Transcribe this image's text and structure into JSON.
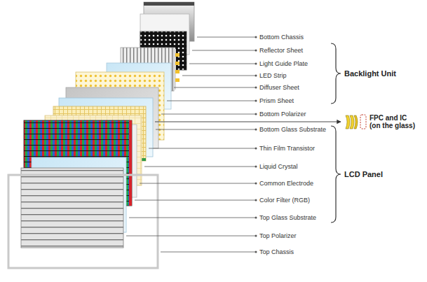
{
  "diagram": {
    "labels": [
      "Bottom Chassis",
      "Reflector Sheet",
      "Light Guide Plate",
      "LED Strip",
      "Diffuser Sheet",
      "Prism Sheet",
      "Bottom Polarizer",
      "Bottom Glass Substrate",
      "Thin Film Transistor",
      "Liquid Crystal",
      "Common Electrode",
      "Color Filter (RGB)",
      "Top Glass Substrate",
      "Top Polarizer",
      "Top Chassis",
      "Backlight Unit",
      "FPC and IC (on the glass)",
      "LCD Panel"
    ]
  }
}
